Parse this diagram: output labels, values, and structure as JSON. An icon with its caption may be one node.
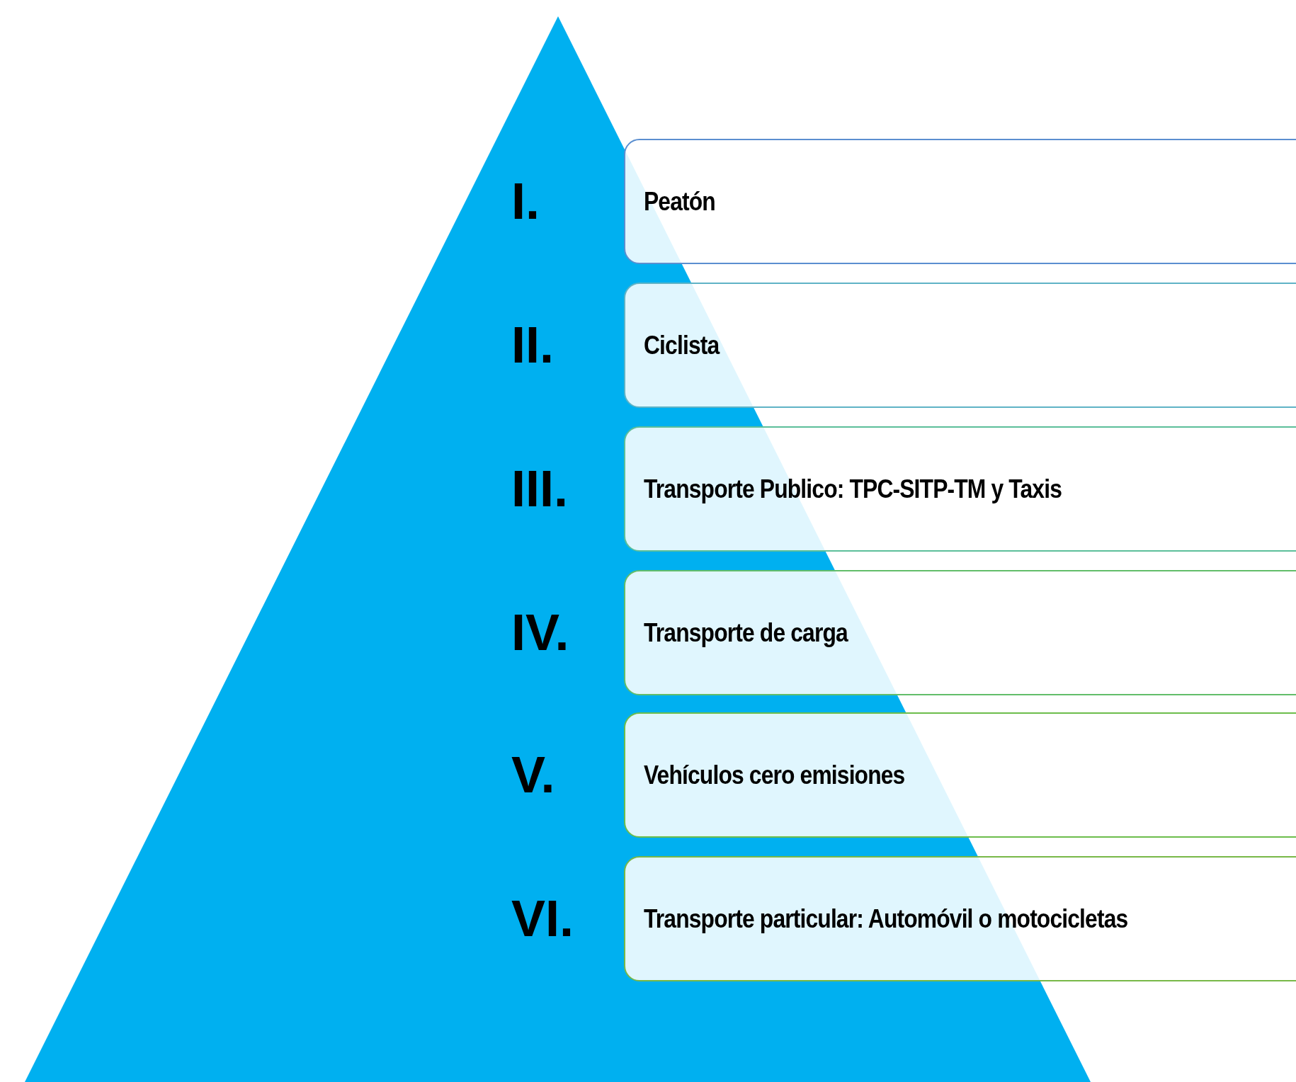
{
  "diagram": {
    "nodes": [
      {
        "text": [
          "Peatón"
        ]
      },
      {
        "text": [
          "Ciclista"
        ]
      },
      {
        "text": [
          "Transporte Publico: TPC-SITP-TM y Taxis"
        ]
      },
      {
        "text": [
          "Transporte de carga"
        ]
      },
      {
        "text": [
          "Vehículos cero emisiones"
        ]
      },
      {
        "text": [
          "Transporte particular: Automóvil o motocicletas"
        ]
      }
    ],
    "labels": [
      "I.",
      "II.",
      "III.",
      "IV.",
      "V.",
      "VI."
    ]
  }
}
